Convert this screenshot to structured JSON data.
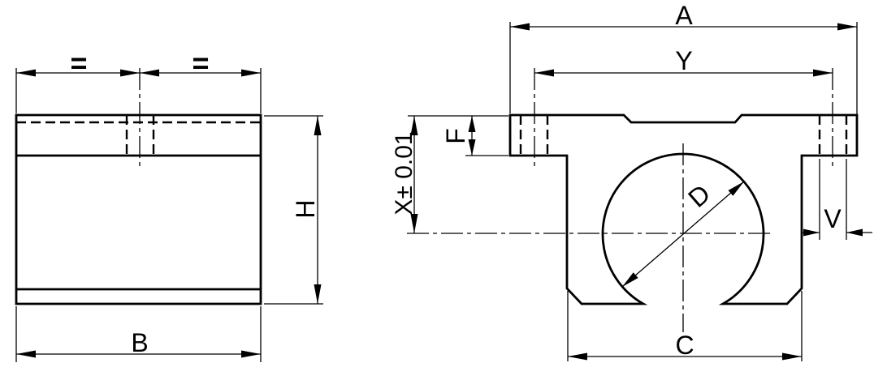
{
  "drawing": {
    "type": "technical-2d-drawing",
    "colors": {
      "ink": "#000000",
      "background": "#ffffff"
    },
    "front_view": {
      "equal_spacing_left": "=",
      "equal_spacing_right": "=",
      "height_label": "H",
      "width_label": "B"
    },
    "side_view": {
      "overall_width_label": "A",
      "hole_pitch_label": "Y",
      "flange_depth_label": "F",
      "center_height_label": "X± 0.01",
      "bore_diameter_label": "D",
      "hole_width_label": "V",
      "base_width_label": "C"
    }
  }
}
